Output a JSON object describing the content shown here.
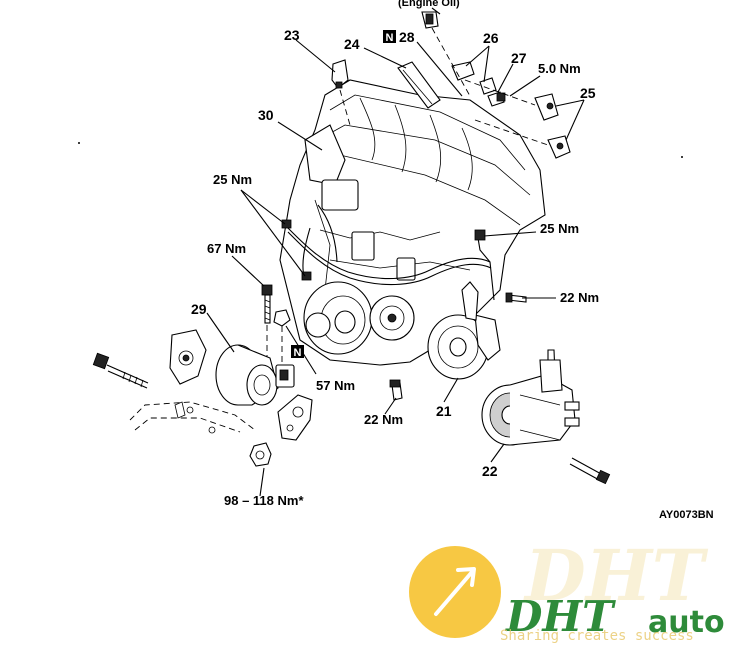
{
  "diagram": {
    "header_text": "(Engine Oil)",
    "figure_code": "AY0073BN",
    "n_mark": "N",
    "labels": {
      "p23": "23",
      "p24": "24",
      "p28": "28",
      "p26": "26",
      "p27": "27",
      "p25_top": "25",
      "p30": "30",
      "p29": "29",
      "p21": "21",
      "p22": "22"
    },
    "torques": {
      "t_5_0": "5.0 Nm",
      "t_25_left": "25 Nm",
      "t_67": "67 Nm",
      "t_25_right": "25 Nm",
      "t_22_right": "22 Nm",
      "t_57": "57 Nm",
      "t_22_bottom": "22 Nm",
      "t_98_118": "98 – 118 Nm*"
    }
  },
  "watermark": {
    "brand_top": "DHT",
    "brand_bottom_left": "DHT",
    "brand_bottom_right": "auto",
    "tagline": "Sharing creates success",
    "colors": {
      "circle": "#f7c843",
      "green": "#2e8b3a",
      "arrow": "#ffffff"
    }
  }
}
